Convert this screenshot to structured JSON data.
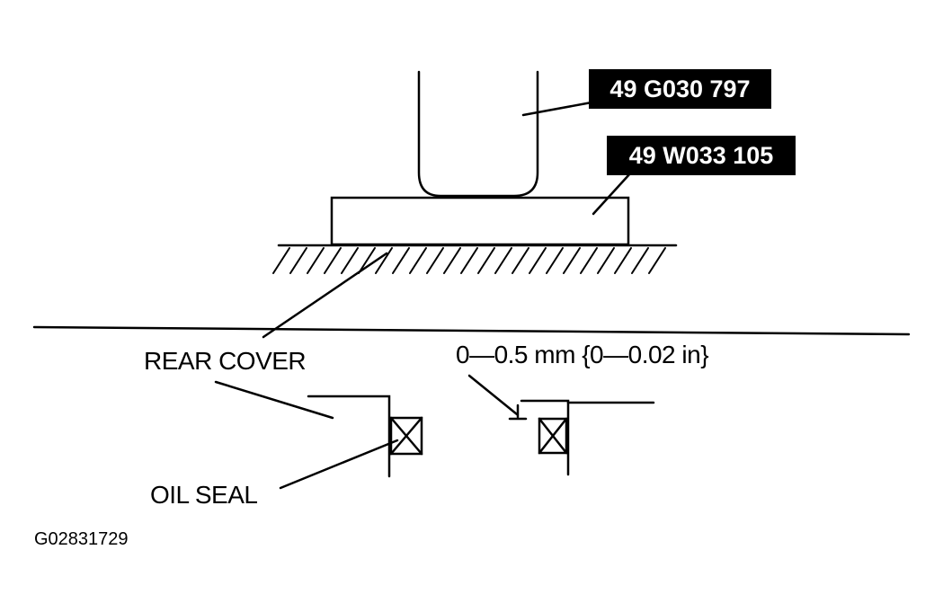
{
  "callouts": {
    "tool_1": "49 G030 797",
    "tool_2": "49 W033 105"
  },
  "labels": {
    "rear_cover": "REAR COVER",
    "clearance": "0—0.5 mm {0—0.02 in}",
    "oil_seal": "OIL SEAL",
    "figure_id": "G02831729"
  },
  "colors": {
    "ink": "#000000",
    "background": "#ffffff"
  }
}
